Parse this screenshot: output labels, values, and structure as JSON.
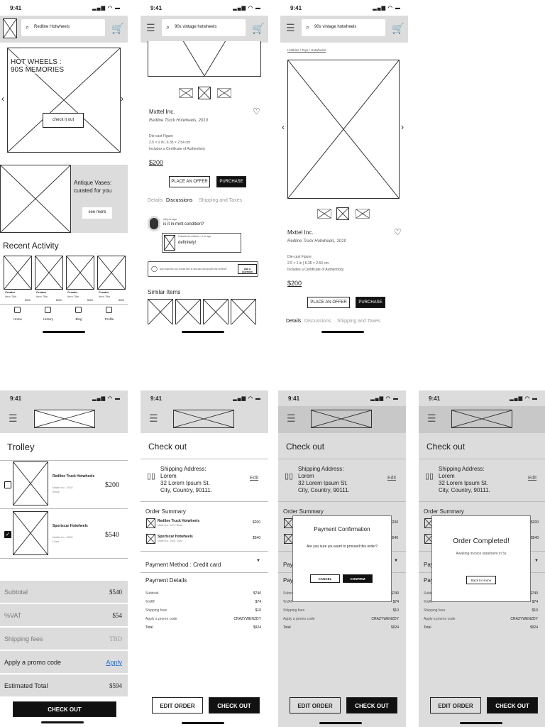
{
  "status": {
    "time": "9:41",
    "icons": "▂▄▆ ◠ ▬"
  },
  "home": {
    "search": "Redline Hotwheels",
    "hero_title": "HOT WHEELS :\n90S MEMORIES",
    "hero_btn": "check it out",
    "promo_title": "Antique Vases:\ncurated for you",
    "promo_btn": "see more",
    "recent": "Recent Activity",
    "items": [
      {
        "c": "Creator",
        "t": "Item Title",
        "p": "$000"
      },
      {
        "c": "Creator",
        "t": "Item Title",
        "p": "$000"
      },
      {
        "c": "Creator",
        "t": "Item Title",
        "p": "$000"
      },
      {
        "c": "Creator",
        "t": "Item Title",
        "p": "$000"
      }
    ],
    "nav": [
      "Home",
      "History",
      "Blog",
      "Profile"
    ]
  },
  "product": {
    "search": "90s vintage hotwheels",
    "brand": "Mxttel Inc.",
    "sub": "Redline Truck Hotwheels, 2010",
    "d1": "Die-cast Figure",
    "d2": "2.5 × 1 in | 6.35 × 2.54 cm",
    "d3": "Includes a Certificate of Authenticity",
    "price": "$200",
    "offer": "PLACE AN OFFER",
    "buy": "PURCHASE",
    "tabs": [
      "Details",
      "Discussions",
      "Shipping and Taxes"
    ],
    "user": "why-is-age",
    "q": "is it in mint condition?",
    "reply_meta": "Hotwheels collector • 1 hr ago",
    "reply": "definitely!",
    "ask_ph": "any inquiries you would like to discuss along with the retreat?",
    "ask_btn": "Ask a Question",
    "similar": "Similar Items",
    "crumb": "Hobbies / Toys / Hotwheels"
  },
  "trolley": {
    "title": "Trolley",
    "items": [
      {
        "n": "Redline Truck Hotwheels",
        "s": "Mattel Inc. 2010",
        "c": "Black",
        "p": "$200"
      },
      {
        "n": "Sportscar Hotwheels",
        "s": "Mattel Inc. 2005",
        "c": "Cyan",
        "p": "$540"
      }
    ],
    "rows": [
      {
        "l": "Subtotal",
        "v": "$540"
      },
      {
        "l": "%VAT",
        "v": "$54"
      },
      {
        "l": "Shipping fees",
        "v": "TBD"
      },
      {
        "l": "Apply a promo code",
        "v": "Apply"
      },
      {
        "l": "Estimated Total",
        "v": "$594"
      }
    ],
    "checkout": "CHECK OUT"
  },
  "checkout": {
    "title": "Check out",
    "ship_lbl": "Shipping Address:",
    "addr": [
      "Lorem",
      "32 Lorem Ipsum St.",
      "City, Country, 90111."
    ],
    "edit": "Edit",
    "summary": "Order Summary",
    "items": [
      {
        "n": "Redline Truck Hotwheels",
        "s": "Mattel Inc. 2010, Black",
        "p": "$200"
      },
      {
        "n": "Sportscar Hotwheels",
        "s": "Mattel Inc. 2005, Cyan",
        "p": "$540"
      }
    ],
    "pay_method": "Payment Method : Credit card",
    "pay_details": "Payment Details",
    "rows": [
      {
        "l": "Subtotal",
        "v": "$740"
      },
      {
        "l": "%VAT",
        "v": "$74"
      },
      {
        "l": "Shipping fees",
        "v": "$10"
      },
      {
        "l": "Apply a promo code",
        "v": "CRAZYWENZDY"
      },
      {
        "l": "Total",
        "v": "$924"
      }
    ],
    "edit_order": "EDIT ORDER",
    "checkout": "CHECK OUT"
  },
  "confirm": {
    "title": "Payment Confirmation",
    "msg": "Are you sure you want to proceed this order?",
    "cancel": "CANCEL",
    "ok": "CONFIRM"
  },
  "done": {
    "title": "Order Completed!",
    "msg": "Awaiting invoice statement in 5s",
    "btn": "Back to Home"
  }
}
